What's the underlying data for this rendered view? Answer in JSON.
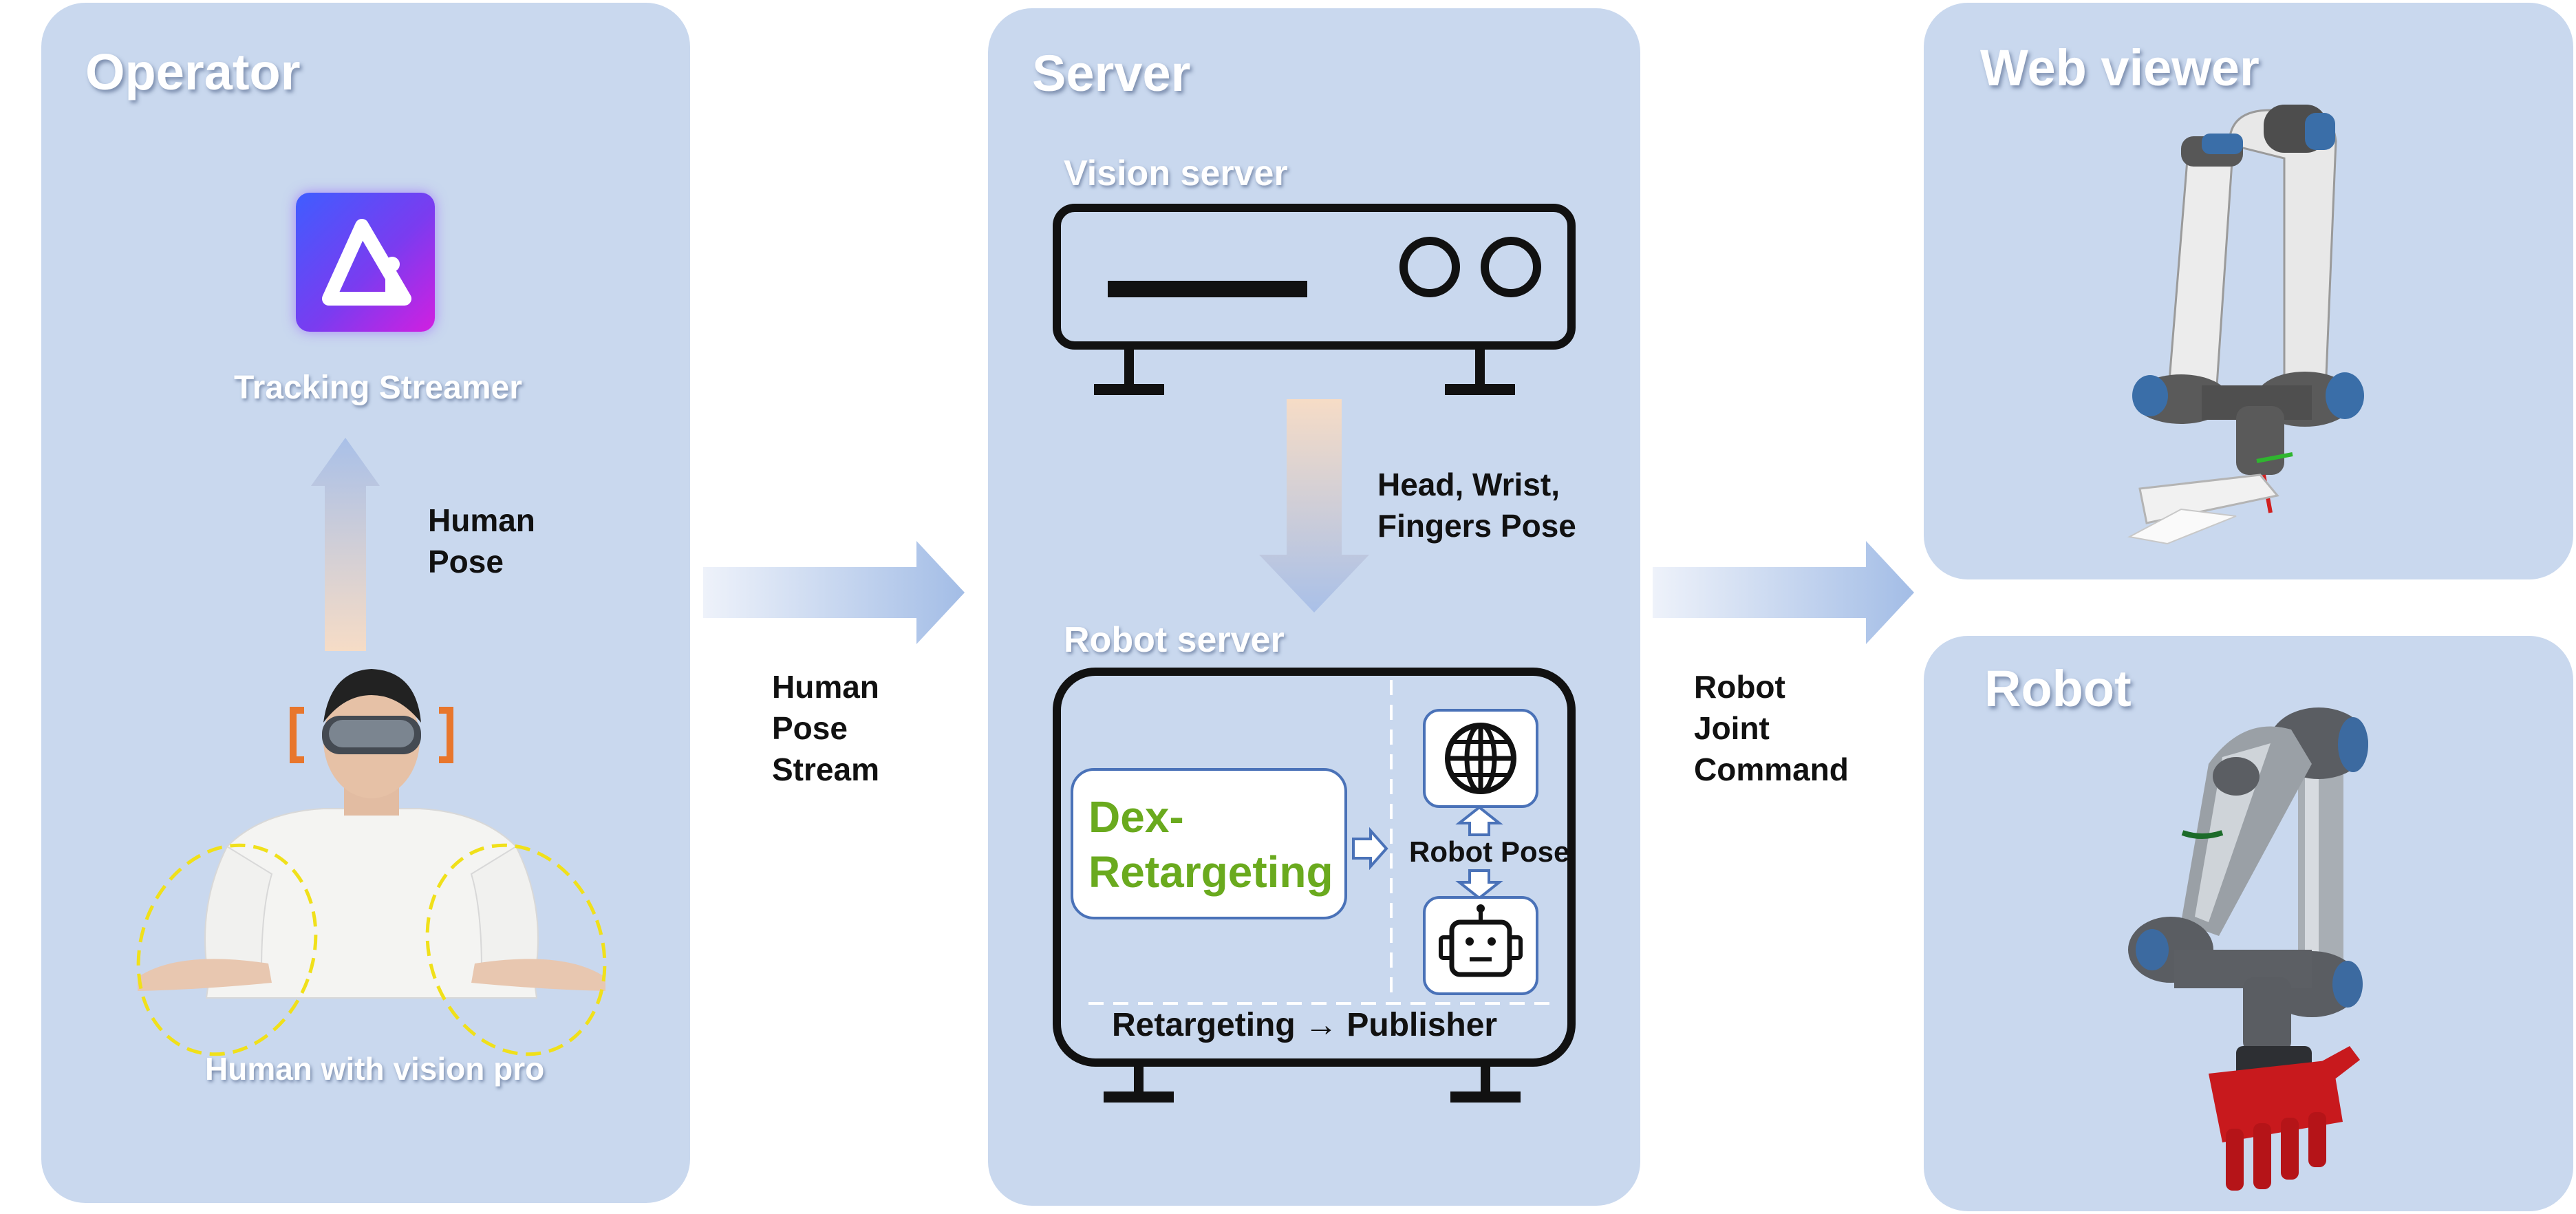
{
  "operator": {
    "title": "Operator",
    "app_icon": "tracking-streamer-app-icon",
    "app_label": "Tracking Streamer",
    "pose_label_line1": "Human",
    "pose_label_line2": "Pose",
    "person_label": "Human with vision pro"
  },
  "stream_arrow_label": {
    "line1": "Human",
    "line2": "Pose",
    "line3": "Stream"
  },
  "server": {
    "title": "Server",
    "vision_server_label": "Vision server",
    "pose_label_line1": "Head, Wrist,",
    "pose_label_line2": "Fingers Pose",
    "robot_server_label": "Robot server",
    "dex_line1": "Dex-",
    "dex_line2": "Retargeting",
    "robot_pose_label": "Robot Pose",
    "pipeline_label": "Retargeting → Publisher"
  },
  "command_arrow_label": {
    "line1": "Robot",
    "line2": "Joint",
    "line3": "Command"
  },
  "web_viewer": {
    "title": "Web viewer"
  },
  "robot": {
    "title": "Robot"
  },
  "colors": {
    "panel": "#c9d8ee",
    "arrow": "#a7bfe6",
    "dex_text": "#6aaa1e",
    "frame": "#111111",
    "highlight": "#f0e01a",
    "headset_bracket": "#e8762c",
    "gripper": "#c8191d"
  }
}
